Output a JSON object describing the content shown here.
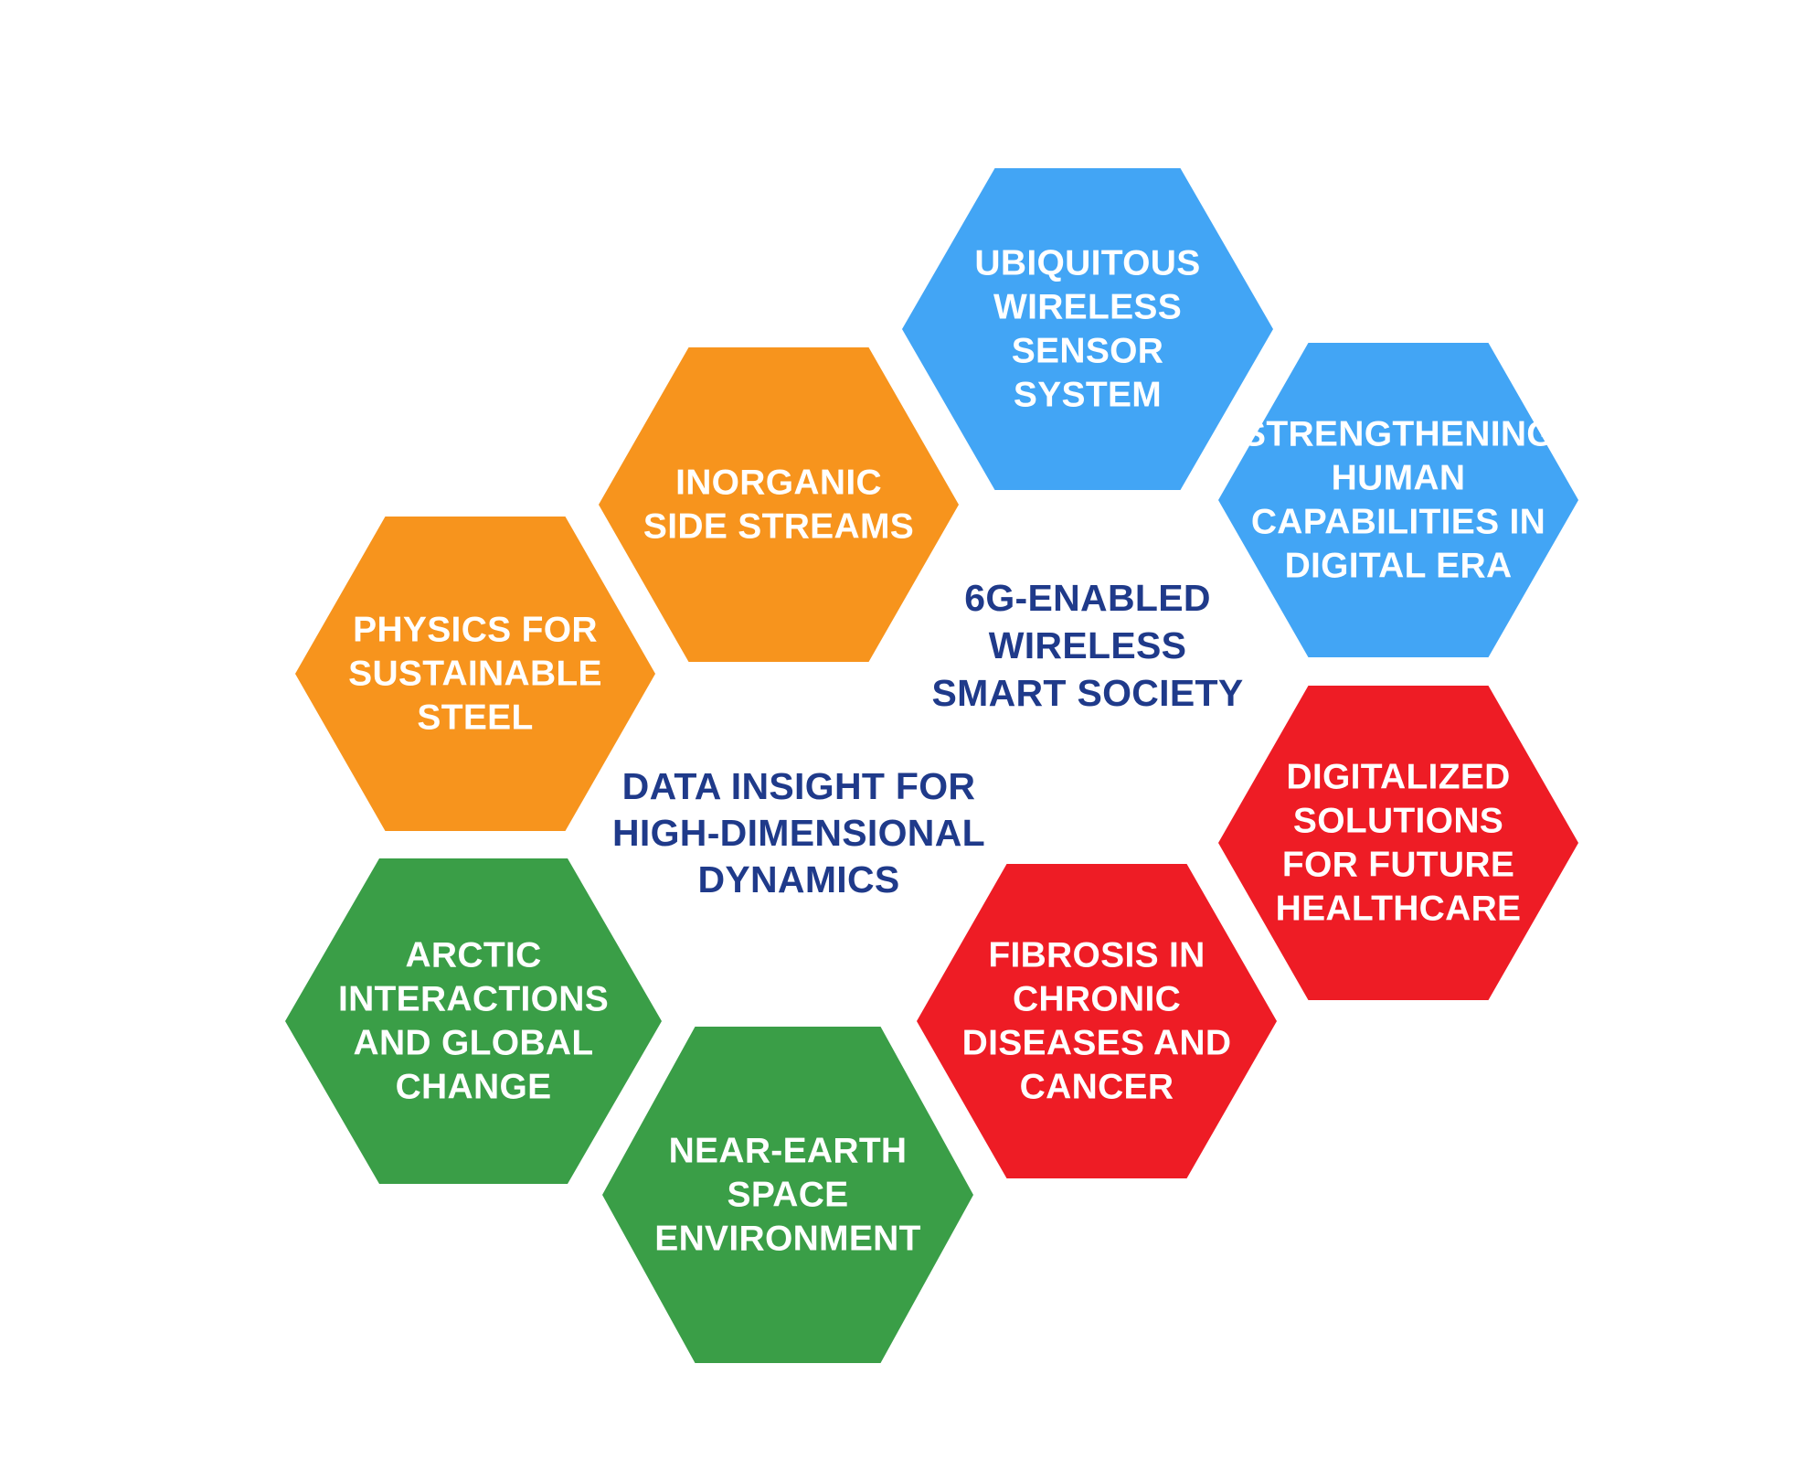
{
  "colors": {
    "blue": "#42a5f5",
    "orange": "#f7941d",
    "red": "#ee1c25",
    "green": "#3a9e47",
    "center_text": "#1f3a8a",
    "hex_text": "#ffffff"
  },
  "hexagons": [
    {
      "id": "ubiquitous-wireless",
      "color": "blue",
      "lines": [
        "UBIQUITOUS",
        "WIRELESS",
        "SENSOR",
        "SYSTEM"
      ]
    },
    {
      "id": "strengthening-human",
      "color": "blue",
      "lines": [
        "STRENGTHENING",
        "HUMAN",
        "CAPABILITIES IN",
        "DIGITAL ERA"
      ]
    },
    {
      "id": "inorganic-side-streams",
      "color": "orange",
      "lines": [
        "INORGANIC",
        "SIDE STREAMS"
      ]
    },
    {
      "id": "physics-steel",
      "color": "orange",
      "lines": [
        "PHYSICS FOR",
        "SUSTAINABLE",
        "STEEL"
      ]
    },
    {
      "id": "digitalized-healthcare",
      "color": "red",
      "lines": [
        "DIGITALIZED",
        "SOLUTIONS",
        "FOR FUTURE",
        "HEALTHCARE"
      ]
    },
    {
      "id": "fibrosis-cancer",
      "color": "red",
      "lines": [
        "FIBROSIS IN",
        "CHRONIC",
        "DISEASES AND",
        "CANCER"
      ]
    },
    {
      "id": "arctic-interactions",
      "color": "green",
      "lines": [
        "ARCTIC",
        "INTERACTIONS",
        "AND GLOBAL",
        "CHANGE"
      ]
    },
    {
      "id": "near-earth-space",
      "color": "green",
      "lines": [
        "NEAR-EARTH",
        "SPACE",
        "ENVIRONMENT"
      ]
    }
  ],
  "center_labels": [
    {
      "id": "6g-enabled",
      "lines": [
        "6G-ENABLED",
        "WIRELESS",
        "SMART SOCIETY"
      ]
    },
    {
      "id": "data-insight",
      "lines": [
        "DATA INSIGHT FOR",
        "HIGH-DIMENSIONAL",
        "DYNAMICS"
      ]
    }
  ]
}
